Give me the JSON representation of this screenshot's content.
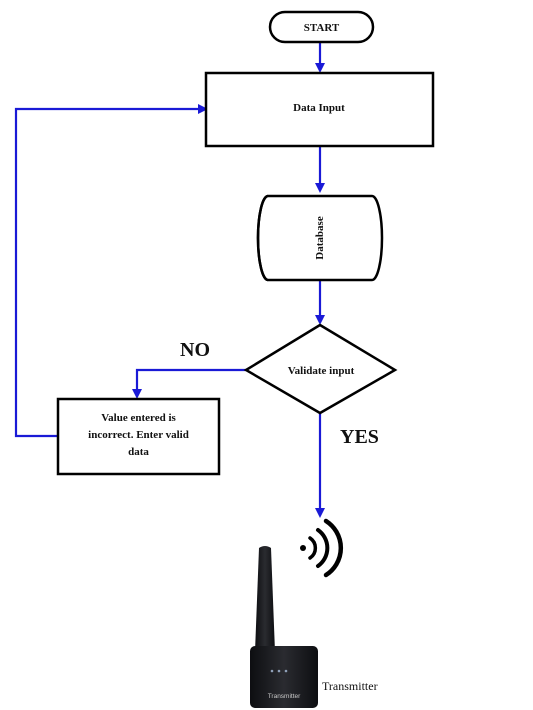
{
  "nodes": {
    "start": "START",
    "data_input": "Data Input",
    "database": "Database",
    "validate": "Validate input",
    "error_lines": [
      "Value entered is",
      "incorrect. Enter valid",
      "data"
    ],
    "transmitter_label": "Transmitter",
    "device_text": "Transmitter"
  },
  "edges": {
    "no_label": "NO",
    "yes_label": "YES"
  },
  "colors": {
    "arrow": "#1a1ad6",
    "outline": "#000000",
    "device": "#1b1c20"
  },
  "icons": {
    "signal": "wifi-signal-icon",
    "device": "transmitter-device"
  }
}
